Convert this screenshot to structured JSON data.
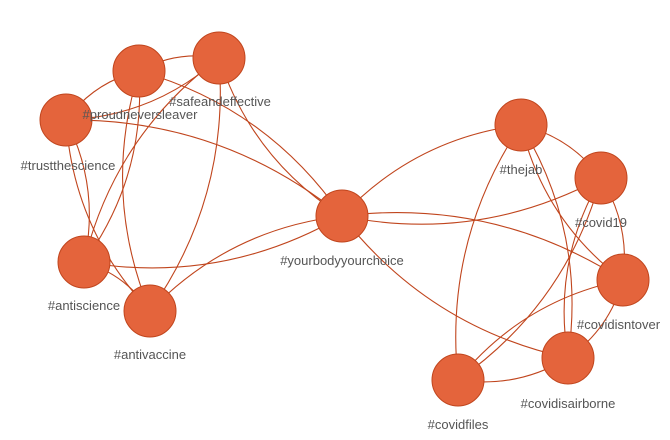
{
  "graph": {
    "node_color": "#e4643c",
    "edge_color": "#c0451d",
    "label_color": "#555555",
    "nodes": [
      {
        "id": "proudneversleaver",
        "label": "#proudneversleaver"
      },
      {
        "id": "safeandeffective",
        "label": "#safeandeffective"
      },
      {
        "id": "trustthescience",
        "label": "#trustthescience"
      },
      {
        "id": "antiscience",
        "label": "#antiscience"
      },
      {
        "id": "antivaccine",
        "label": "#antivaccine"
      },
      {
        "id": "yourbodyyourchoice",
        "label": "#yourbodyyourchoice"
      },
      {
        "id": "thejab",
        "label": "#thejab"
      },
      {
        "id": "covid19",
        "label": "#covid19"
      },
      {
        "id": "covidisntover",
        "label": "#covidisntover"
      },
      {
        "id": "covidisairborne",
        "label": "#covidisairborne"
      },
      {
        "id": "covidfiles",
        "label": "#covidfiles"
      }
    ],
    "edges": [
      [
        "proudneversleaver",
        "safeandeffective"
      ],
      [
        "proudneversleaver",
        "trustthescience"
      ],
      [
        "proudneversleaver",
        "antiscience"
      ],
      [
        "proudneversleaver",
        "antivaccine"
      ],
      [
        "proudneversleaver",
        "yourbodyyourchoice"
      ],
      [
        "safeandeffective",
        "trustthescience"
      ],
      [
        "safeandeffective",
        "antiscience"
      ],
      [
        "safeandeffective",
        "antivaccine"
      ],
      [
        "safeandeffective",
        "yourbodyyourchoice"
      ],
      [
        "trustthescience",
        "antiscience"
      ],
      [
        "trustthescience",
        "antivaccine"
      ],
      [
        "trustthescience",
        "yourbodyyourchoice"
      ],
      [
        "antiscience",
        "antivaccine"
      ],
      [
        "antiscience",
        "yourbodyyourchoice"
      ],
      [
        "antivaccine",
        "yourbodyyourchoice"
      ],
      [
        "yourbodyyourchoice",
        "thejab"
      ],
      [
        "yourbodyyourchoice",
        "covid19"
      ],
      [
        "yourbodyyourchoice",
        "covidisntover"
      ],
      [
        "yourbodyyourchoice",
        "covidisairborne"
      ],
      [
        "thejab",
        "covid19"
      ],
      [
        "thejab",
        "covidisntover"
      ],
      [
        "thejab",
        "covidisairborne"
      ],
      [
        "thejab",
        "covidfiles"
      ],
      [
        "covid19",
        "covidisntover"
      ],
      [
        "covid19",
        "covidisairborne"
      ],
      [
        "covid19",
        "covidfiles"
      ],
      [
        "covidisntover",
        "covidisairborne"
      ],
      [
        "covidisntover",
        "covidfiles"
      ],
      [
        "covidisairborne",
        "covidfiles"
      ]
    ]
  }
}
